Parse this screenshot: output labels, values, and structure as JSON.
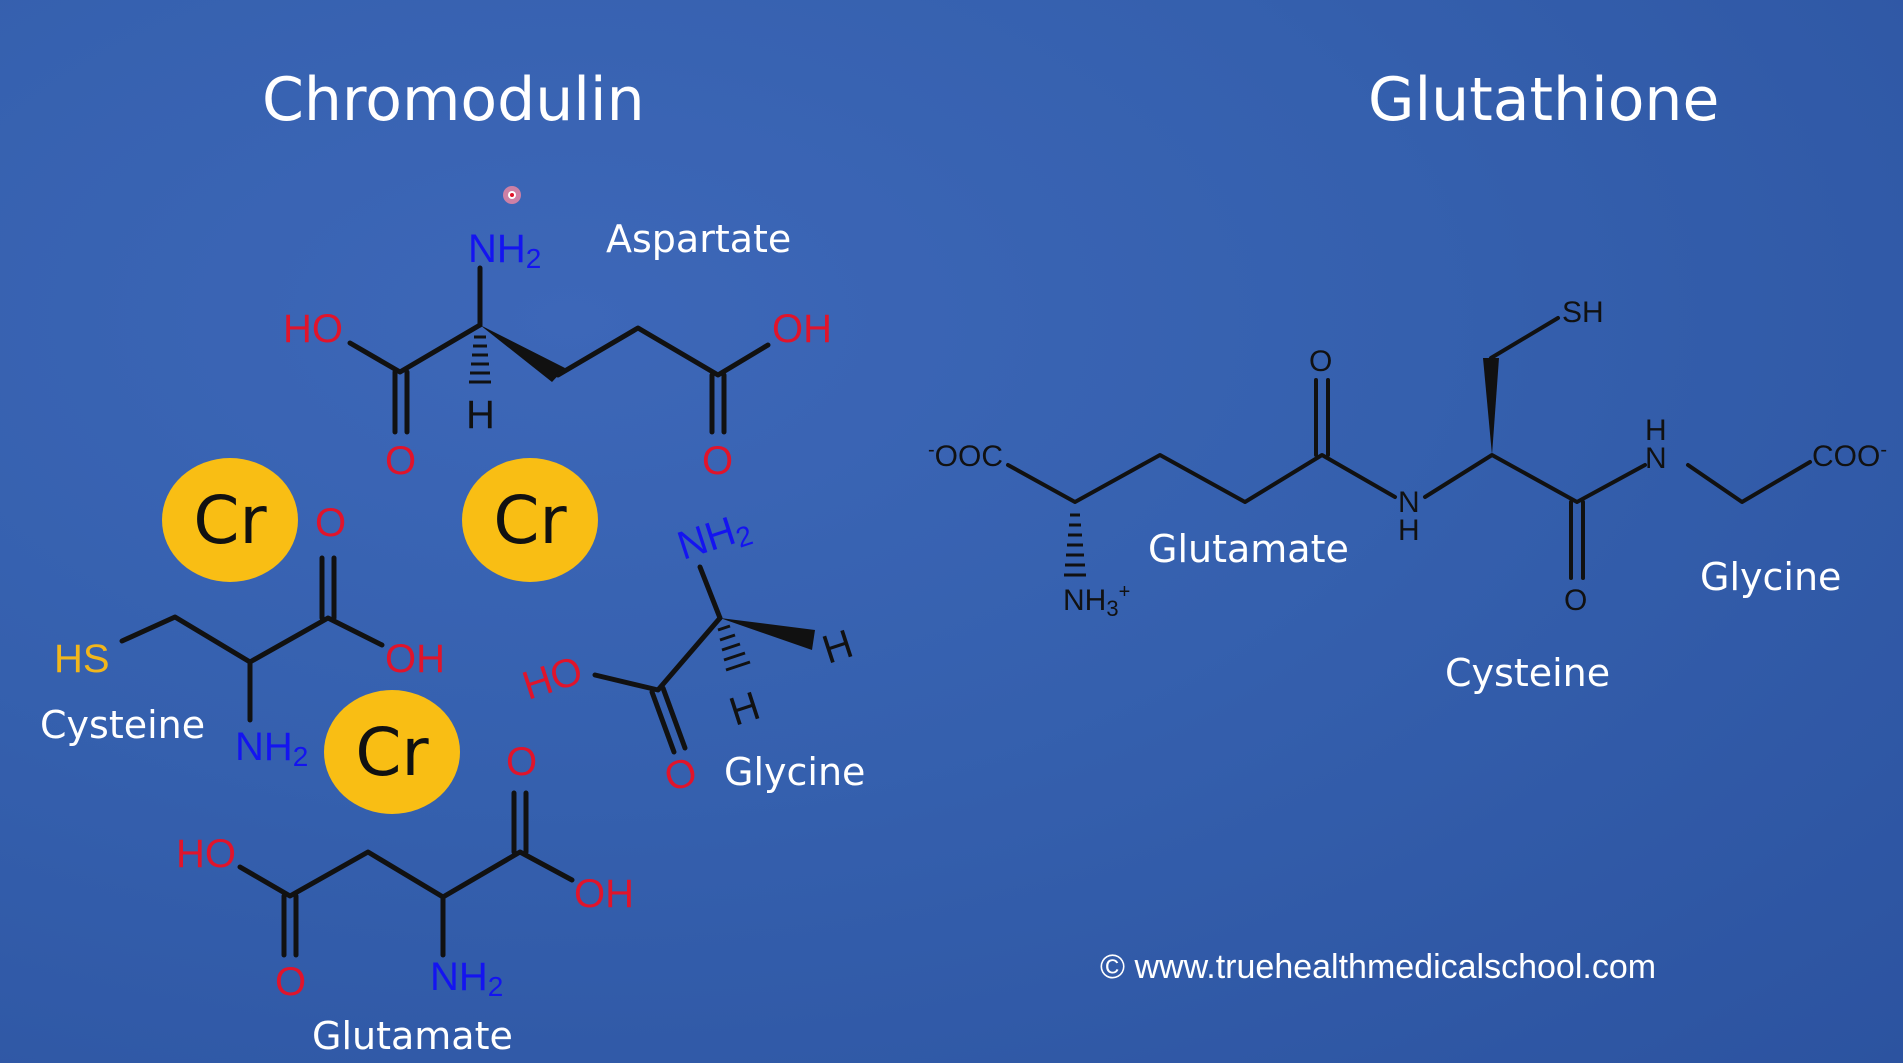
{
  "titles": {
    "left": "Chromodulin",
    "right": "Glutathione"
  },
  "chromodulin": {
    "aspartate": {
      "name": "Aspartate",
      "amine": "NH",
      "amine_sub": "2",
      "hydroxyl_left": "HO",
      "hydroxyl_right": "OH",
      "oxygen": "O",
      "hydrogen": "H"
    },
    "cysteine": {
      "name": "Cysteine",
      "thiol": "HS",
      "amine": "NH",
      "amine_sub": "2",
      "oxygen": "O",
      "hydroxyl": "OH"
    },
    "glycine": {
      "name": "Glycine",
      "amine": "NH",
      "amine_sub": "2",
      "hydroxyl": "HO",
      "oxygen": "O",
      "hydrogen": "H"
    },
    "glutamate": {
      "name": "Glutamate",
      "hydroxyl_left": "HO",
      "hydroxyl_right": "OH",
      "oxygen": "O",
      "amine": "NH",
      "amine_sub": "2"
    },
    "chromium_label": "Cr"
  },
  "glutathione": {
    "carboxylate_left": "OOC",
    "carboxylate_right": "COO",
    "charge_minus": "-",
    "ammonium": "NH",
    "ammonium_sub": "3",
    "charge_plus": "+",
    "nitrogen": "N",
    "hydrogen": "H",
    "oxygen": "O",
    "thiol": "SH",
    "labels": {
      "glutamate": "Glutamate",
      "cysteine": "Cysteine",
      "glycine": "Glycine"
    }
  },
  "colors": {
    "background": "#3560ae",
    "bond": "#111111",
    "oxygen": "#e0142b",
    "nitrogen": "#1414f0",
    "sulfur": "#f2b61b",
    "chromium": "#f9be14",
    "text": "#ffffff"
  },
  "icons": {
    "pointer": "laser-pointer-dot-icon"
  },
  "footer": {
    "copyright": "© www.truehealthmedicalschool.com"
  }
}
